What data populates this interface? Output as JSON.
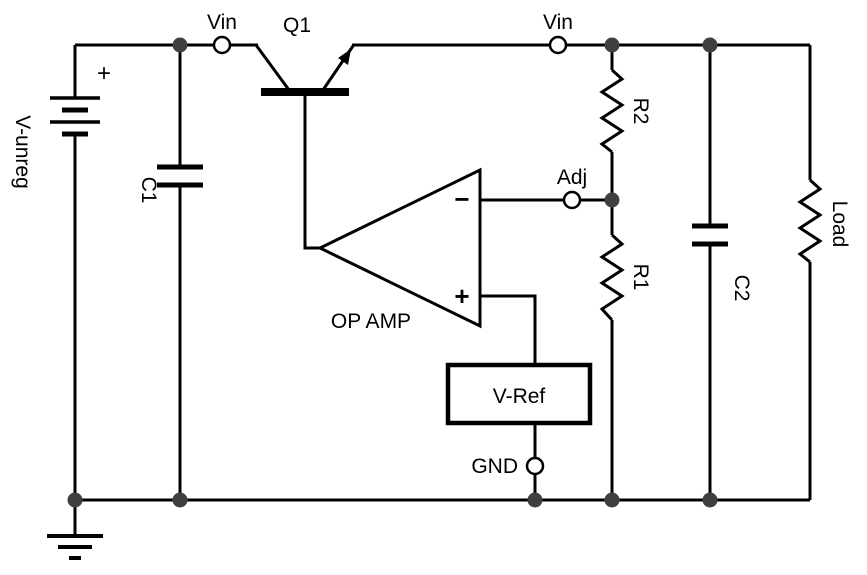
{
  "labels": {
    "v_unreg": "V-unreg",
    "battery_plus": "+",
    "c1": "C1",
    "vin_left": "Vin",
    "q1": "Q1",
    "vin_right": "Vin",
    "adj": "Adj",
    "r2": "R2",
    "r1": "R1",
    "c2": "C2",
    "load": "Load",
    "op_amp": "OP AMP",
    "op_amp_inverting": "−",
    "op_amp_noninverting": "+",
    "v_ref": "V-Ref",
    "gnd": "GND"
  },
  "colors": {
    "background": "#ffffff",
    "wire": "#000000",
    "junction_dot": "#3f3f3f",
    "terminal_fill": "#ffffff"
  }
}
